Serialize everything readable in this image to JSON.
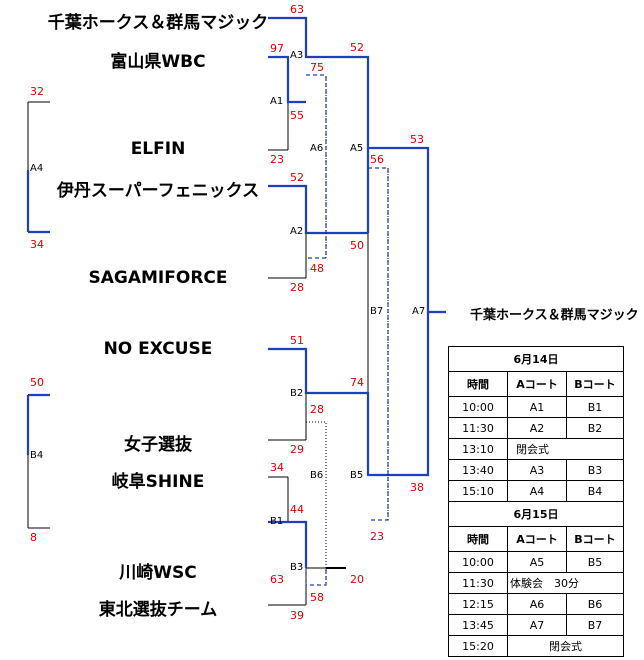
{
  "teams": [
    "千葉ホークス＆群馬マジック",
    "富山県WBC",
    "ELFIN",
    "伊丹スーパーフェニックス",
    "SAGAMIFORCE",
    "NO EXCUSE",
    "女子選抜",
    "岐阜SHINE",
    "川崎WSC",
    "東北選抜チーム"
  ],
  "champion": "千葉ホークス＆群馬マジック",
  "matches": {
    "A1": "A1",
    "A2": "A2",
    "A3": "A3",
    "A4": "A4",
    "A5": "A5",
    "A6": "A6",
    "A7": "A7",
    "B1": "B1",
    "B2": "B2",
    "B3": "B3",
    "B4": "B4",
    "B5": "B5",
    "B6": "B6",
    "B7": "B7"
  },
  "scores": {
    "a3_top": "63",
    "a1_top": "97",
    "a3_bottom": "75",
    "a1_bottom": "55",
    "elfin": "23",
    "a5_top": "52",
    "a7_top": "53",
    "a6_bottom": "56",
    "a2_top": "52",
    "a2_bottom": "50",
    "a6_top": "48",
    "sagami": "28",
    "a4_top": "32",
    "a4_bottom": "34",
    "b2_top": "51",
    "b5_top": "74",
    "b2_bottom": "28",
    "b6_top": "29",
    "a7_bottom": "38",
    "b1_top": "34",
    "b1_bottom": "44",
    "b7": "23",
    "b3_top": "63",
    "b3_bottom": "20",
    "b6_bottom": "58",
    "tohoku": "39",
    "b4_top": "50",
    "b4_bottom": "8"
  },
  "schedule": {
    "day1": {
      "date": "6月14日",
      "headers": [
        "時間",
        "Aコート",
        "Bコート"
      ],
      "rows": [
        [
          "10:00",
          "A1",
          "B1"
        ],
        [
          "11:30",
          "A2",
          "B2"
        ],
        [
          "13:10",
          "閉会式",
          ""
        ],
        [
          "13:40",
          "A3",
          "B3"
        ],
        [
          "15:10",
          "A4",
          "B4"
        ]
      ]
    },
    "day2": {
      "date": "6月15日",
      "headers": [
        "時間",
        "Aコート",
        "Bコート"
      ],
      "rows": [
        [
          "10:00",
          "A5",
          "B5"
        ],
        [
          "11:30",
          "体験会　30分",
          ""
        ],
        [
          "12:15",
          "A6",
          "B6"
        ],
        [
          "13:45",
          "A7",
          "B7"
        ],
        [
          "15:20",
          "閉会式",
          ""
        ]
      ]
    }
  }
}
